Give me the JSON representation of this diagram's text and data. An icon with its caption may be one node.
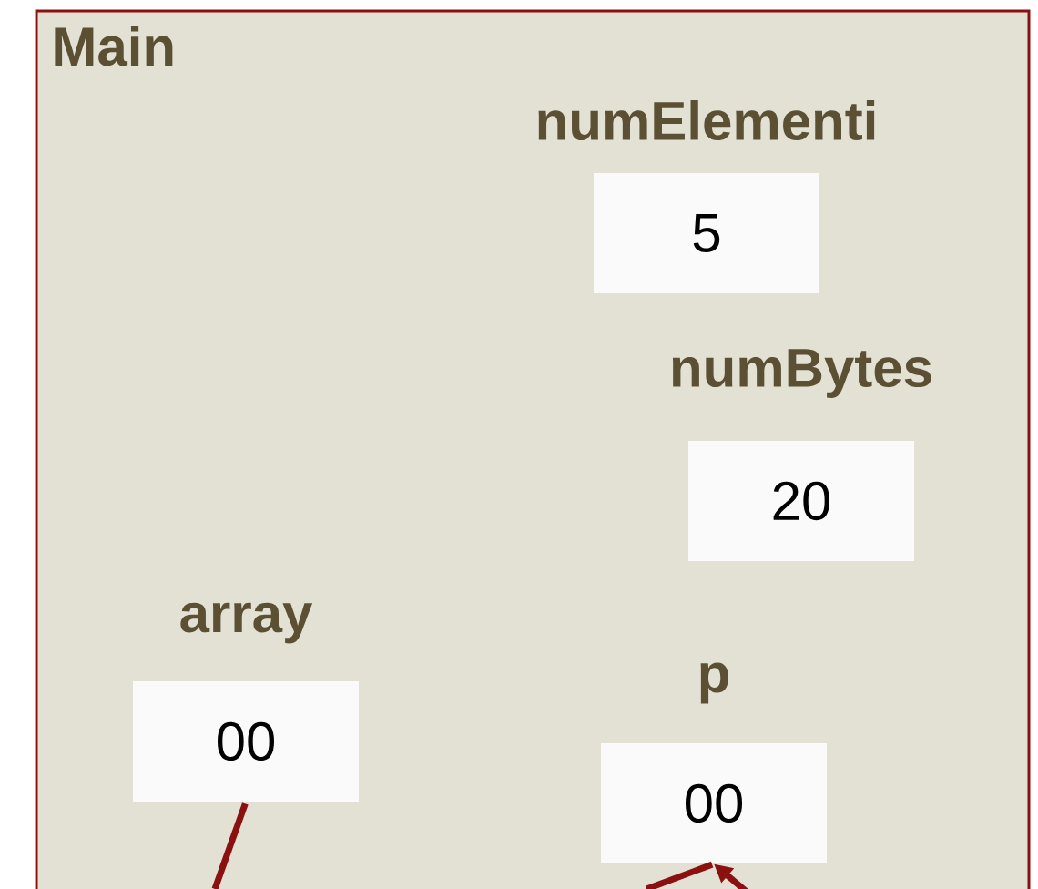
{
  "diagram": {
    "nodes": [
      {
        "text": [
          "Main"
        ]
      },
      {
        "text": [
          "numElementi",
          "5"
        ],
        "in": 0
      },
      {
        "text": [
          "numBytes",
          "20"
        ],
        "in": 0
      },
      {
        "text": [
          "array",
          "00"
        ],
        "in": 0
      },
      {
        "text": [
          "p",
          "00"
        ],
        "in": 0
      }
    ],
    "edges": [
      {
        "from": 3,
        "to": null,
        "arrow": "none"
      },
      {
        "from": 4,
        "to": null,
        "arrow": "none"
      },
      {
        "from": null,
        "to": 4,
        "arrow": "to"
      }
    ]
  }
}
